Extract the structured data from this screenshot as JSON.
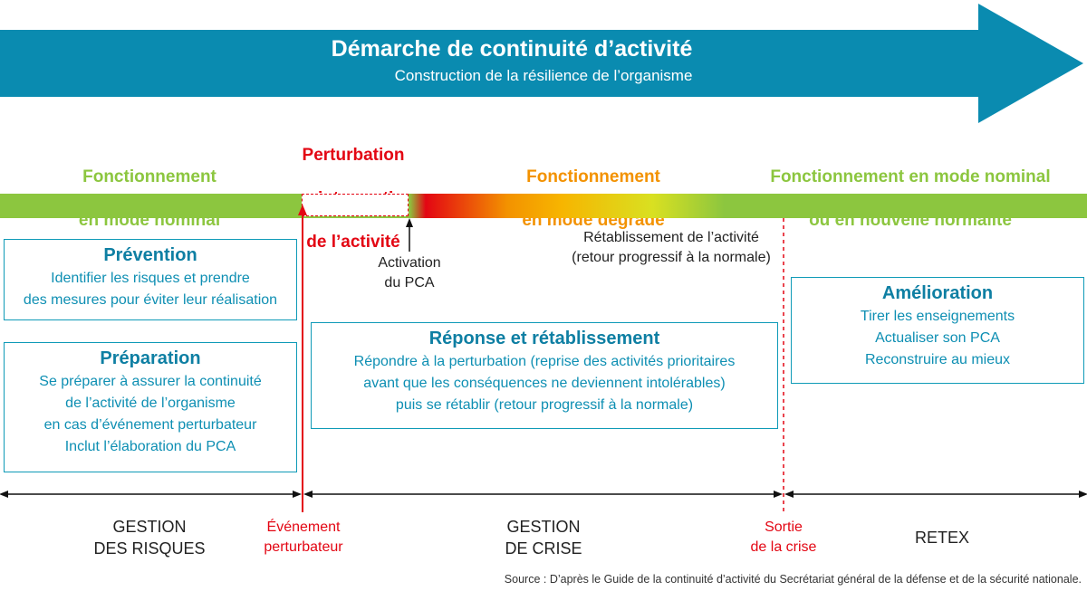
{
  "banner": {
    "title": "Démarche de continuité d’activité",
    "subtitle": "Construction de la résilience de l’organisme"
  },
  "phases": {
    "nominal": [
      "Fonctionnement",
      "en mode nominal"
    ],
    "perturbation": [
      "Perturbation",
      "ou interruption",
      "de l’activité"
    ],
    "degraded": [
      "Fonctionnement",
      "en mode dégradé"
    ],
    "new_normal": [
      "Fonctionnement en mode nominal",
      "ou en nouvelle normalité"
    ]
  },
  "notes": {
    "activation": [
      "Activation",
      "du PCA"
    ],
    "restoration": [
      "Rétablissement de l’activité",
      "(retour progressif à la normale)"
    ]
  },
  "boxes": {
    "prevention": {
      "title": "Prévention",
      "lines": [
        "Identifier les risques et prendre",
        "des mesures pour éviter leur réalisation"
      ]
    },
    "preparation": {
      "title": "Préparation",
      "lines": [
        "Se préparer à assurer la continuité",
        "de l’activité de l’organisme",
        "en cas d’événement perturbateur",
        "Inclut l’élaboration du PCA"
      ]
    },
    "response": {
      "title": "Réponse et rétablissement",
      "lines": [
        "Répondre à la perturbation (reprise des activités prioritaires",
        "avant que les conséquences ne deviennent intolérables)",
        "puis se rétablir (retour progressif à la normale)"
      ]
    },
    "improvement": {
      "title": "Amélioration",
      "lines": [
        "Tirer les enseignements",
        "Actualiser son PCA",
        "Reconstruire au mieux"
      ]
    }
  },
  "stages": {
    "risk": [
      "GESTION",
      "DES RISQUES"
    ],
    "crisis": [
      "GESTION",
      "DE CRISE"
    ],
    "retex": [
      "RETEX"
    ]
  },
  "events": {
    "disruptive": [
      "Événement",
      "perturbateur"
    ],
    "exit": [
      "Sortie",
      "de la crise"
    ]
  },
  "source": "Source : D’après le Guide de la continuité d’activité du Secrétariat général de la défense et de la sécurité nationale.",
  "colors": {
    "banner": "#0a8bb0",
    "green": "#8cc63f",
    "red": "#e30613",
    "orange": "#f39200",
    "box_border": "#0e9ab7"
  }
}
